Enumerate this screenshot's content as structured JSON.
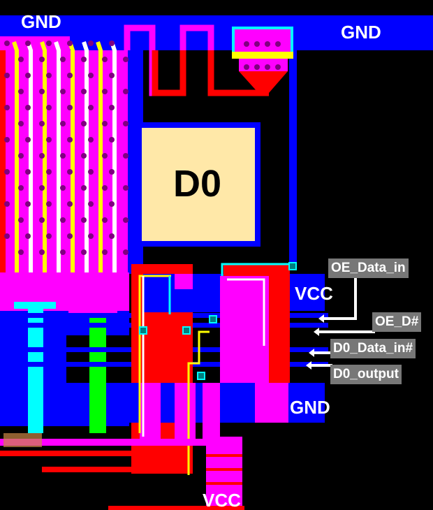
{
  "layout": {
    "pad_label": "D0",
    "rails": {
      "gnd_top_left": "GND",
      "gnd_top_right": "GND",
      "vcc_right": "VCC",
      "gnd_bottom_right": "GND",
      "vcc_bottom": "VCC"
    },
    "signals": [
      "OE_Data_in",
      "OE_D#",
      "D0_Data_in#",
      "D0_output"
    ]
  },
  "colors": {
    "metal1": "#0000ff",
    "metal2": "#ff00ff",
    "poly": "#ff0000",
    "pad": "#ffe8a8",
    "via": "#800080",
    "diff": "#00ffff",
    "nwell": "#00ff00",
    "contact": "#ffff00"
  }
}
